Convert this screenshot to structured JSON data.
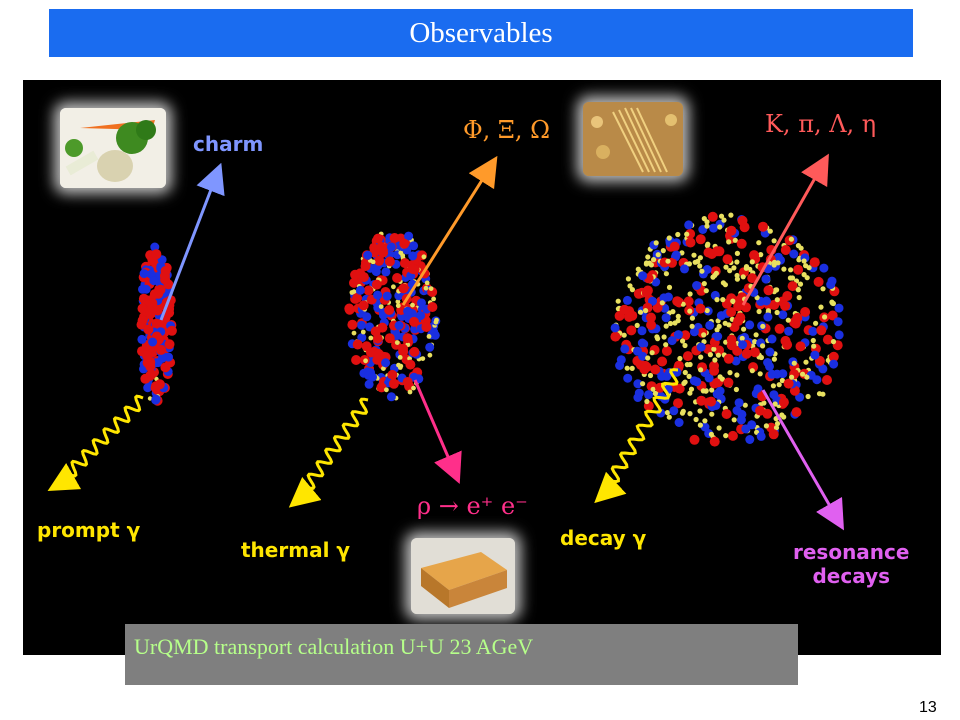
{
  "slide": {
    "title": "Observables",
    "page_number": "13"
  },
  "figure": {
    "labels": {
      "charm": "charm",
      "phi_xi_omega": "Φ, Ξ, Ω",
      "k_pi_lambda_eta": "K, π, Λ, η",
      "prompt_gamma": "prompt γ",
      "thermal_gamma": "thermal γ",
      "decay_gamma": "decay γ",
      "rho_to_ee": "ρ → e⁺ e⁻",
      "resonance_decays_line1": "resonance",
      "resonance_decays_line2": "decays"
    },
    "colors": {
      "background": "#000000",
      "charm_arrow": "#7f96ff",
      "strange_arrow": "#ff9a2a",
      "light_arrow": "#ff5a5a",
      "photon_wave": "#ffe600",
      "dilepton_arrow": "#ff2f8a",
      "resonance_arrow": "#e060f0",
      "particle_red": "#e01010",
      "particle_blue": "#1a2fe0",
      "particle_yellow": "#e8e060"
    },
    "photos": [
      "vegetables-photo",
      "pasta-photo",
      "bread-photo"
    ]
  },
  "caption": {
    "text": "UrQMD transport calculation  U+U 23 AGeV"
  },
  "colors": {
    "title_bar": "#1a6cf0",
    "caption_box": "#7f7f7f",
    "caption_text": "#b6ff8a"
  }
}
